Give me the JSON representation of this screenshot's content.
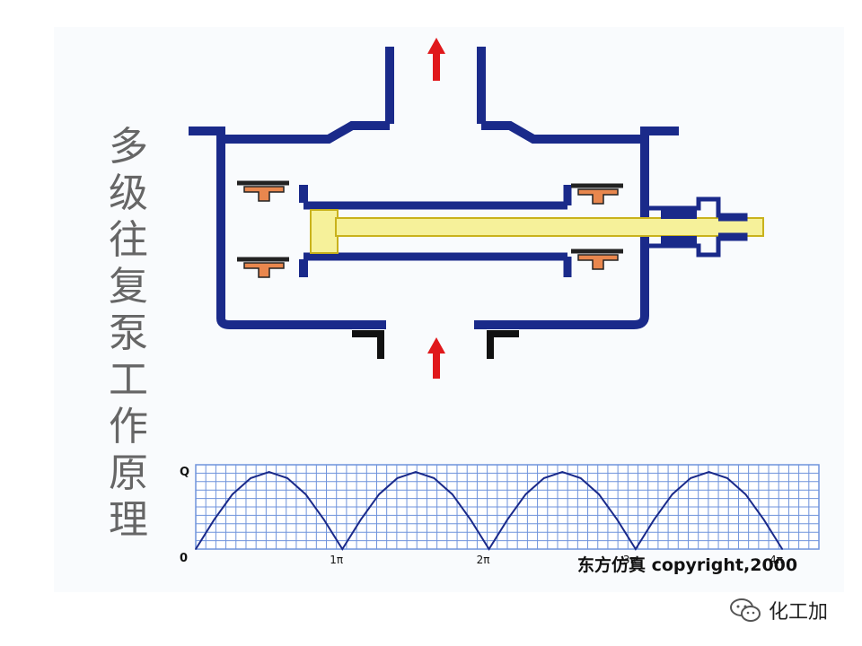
{
  "title": "多级往复泵工作原理",
  "colors": {
    "casing": "#1a2a8a",
    "piston_rod": "#f6f19a",
    "piston_rod_stroke": "#c9b21c",
    "valve": "#e9874e",
    "valve_stroke": "#222222",
    "flow_arrow": "#e0181b",
    "grid": "#6f93dc",
    "curve": "#1a2a8a",
    "port_flange": "#111111"
  },
  "chart_data": {
    "type": "line",
    "title": "",
    "xlabel": "",
    "ylabel": "",
    "y_tick_labels": [
      "Q",
      "0"
    ],
    "x_tick_labels": [
      "1π",
      "2π",
      "3π",
      "4π"
    ],
    "x_ticks": [
      1,
      2,
      3,
      4
    ],
    "xlim": [
      0,
      4.25
    ],
    "ylim": [
      0,
      1
    ],
    "grid": true,
    "series": [
      {
        "x": [
          0,
          0.125,
          0.25,
          0.375,
          0.5,
          0.625,
          0.75,
          0.875,
          1,
          1.125,
          1.25,
          1.375,
          1.5,
          1.625,
          1.75,
          1.875,
          2,
          2.125,
          2.25,
          2.375,
          2.5,
          2.625,
          2.75,
          2.875,
          3,
          3.125,
          3.25,
          3.375,
          3.5,
          3.625,
          3.75,
          3.875,
          4
        ],
        "values": [
          0,
          0.38,
          0.71,
          0.92,
          1.0,
          0.92,
          0.71,
          0.38,
          0,
          0.38,
          0.71,
          0.92,
          1.0,
          0.92,
          0.71,
          0.38,
          0,
          0.38,
          0.71,
          0.92,
          1.0,
          0.92,
          0.71,
          0.38,
          0,
          0.38,
          0.71,
          0.92,
          1.0,
          0.92,
          0.71,
          0.38,
          0
        ]
      }
    ]
  },
  "caption": "东方仿真 copyright,2000",
  "watermark_text": "化工加",
  "icons": [
    "up-arrow-icon",
    "wechat-icon"
  ]
}
